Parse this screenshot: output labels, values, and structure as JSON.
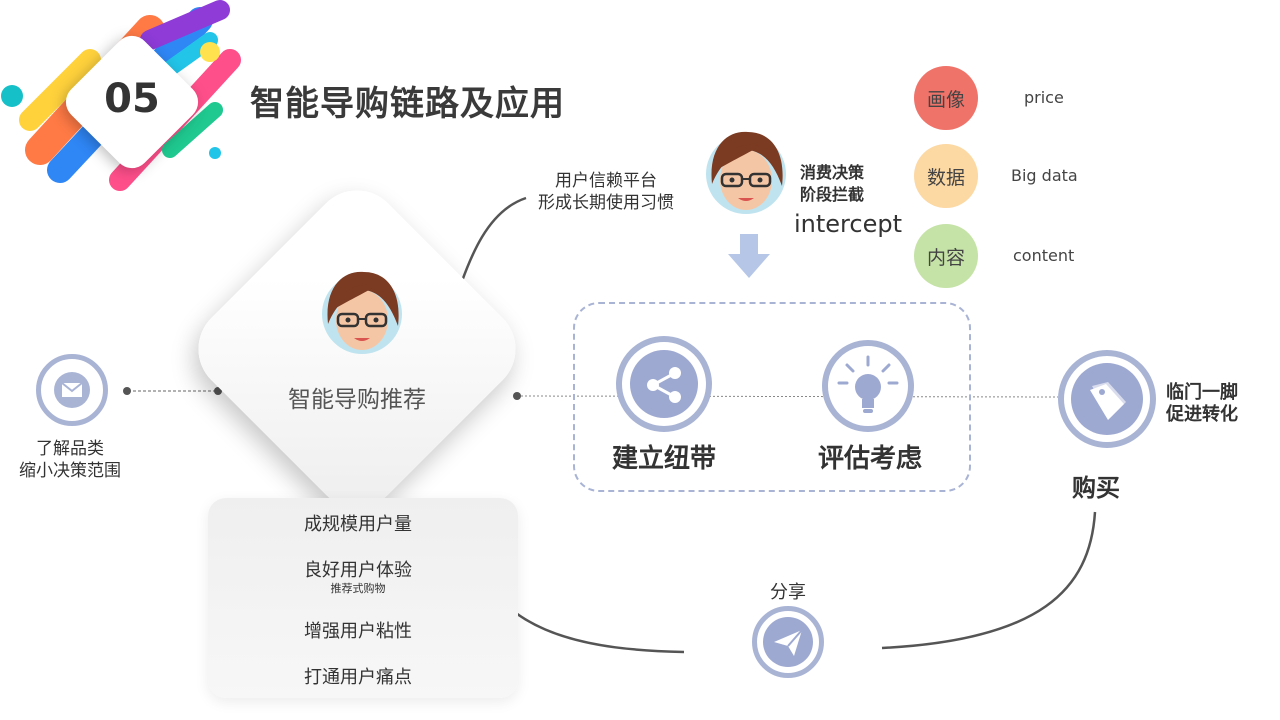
{
  "header": {
    "section_number": "05",
    "title": "智能导购链路及应用"
  },
  "center": {
    "label": "智能导购推荐"
  },
  "left": {
    "line1": "了解品类",
    "line2": "缩小决策范围"
  },
  "top_note": {
    "line1": "用户信赖平台",
    "line2": "形成长期使用习惯"
  },
  "intercept": {
    "line1": "消费决策",
    "line2": "阶段拦截",
    "english": "intercept"
  },
  "stages": {
    "bond": "建立纽带",
    "evaluate": "评估考虑"
  },
  "purchase": {
    "line1": "临门一脚",
    "line2": "促进转化",
    "label": "购买"
  },
  "share": {
    "label": "分享"
  },
  "benefits": [
    {
      "label": "成规模用户量"
    },
    {
      "label": "良好用户体验",
      "sub": "推荐式购物"
    },
    {
      "label": "增强用户粘性"
    },
    {
      "label": "打通用户痛点"
    }
  ],
  "legend": [
    {
      "badge": "画像",
      "text": "price",
      "color": "#f0736a"
    },
    {
      "badge": "数据",
      "text": "Big data",
      "color": "#fcd8a3"
    },
    {
      "badge": "内容",
      "text": "content",
      "color": "#c5e3a7"
    }
  ],
  "colors": {
    "accent": "#a9b4d5",
    "accent_fill": "#9ea9d1",
    "arrow": "#b5c6e6"
  }
}
